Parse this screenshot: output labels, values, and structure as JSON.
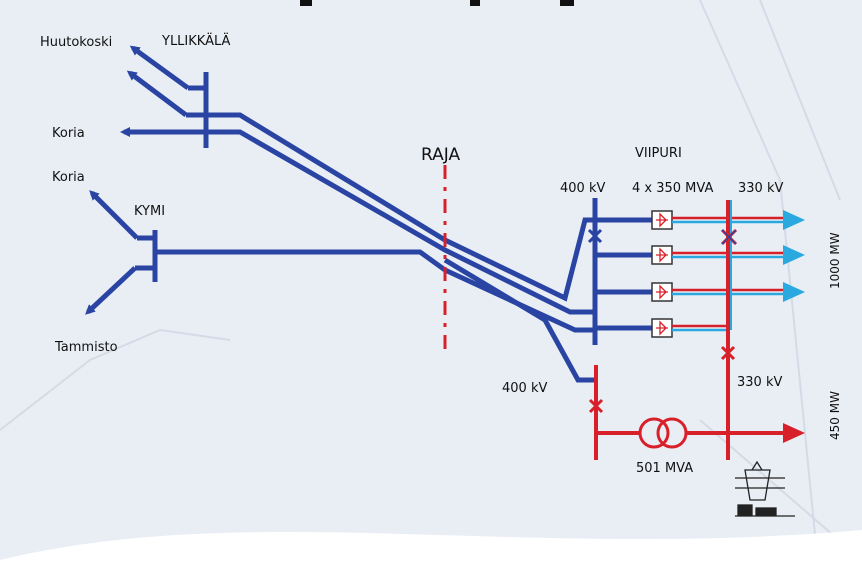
{
  "header": {
    "title_fragment": ""
  },
  "nodes": {
    "yllikkala": "YLLIKKÄLÄ",
    "huutokoski": "Huutokoski",
    "koria_top": "Koria",
    "koria_mid": "Koria",
    "kymi": "KYMI",
    "tammisto": "Tammisto",
    "raja": "RAJA",
    "viipuri": "VIIPURI"
  },
  "ratings": {
    "kv400_top": "400 kV",
    "converters": "4 x 350 MVA",
    "kv330_top": "330 kV",
    "kv400_bottom": "400 kV",
    "kv330_bottom": "330 kV",
    "transformer": "501 MVA",
    "mw_1000": "1000 MW",
    "mw_450": "450 MW"
  },
  "colors": {
    "blue": "#2a44a3",
    "red": "#d8202a",
    "cyan": "#2aa9e0",
    "raja": "#d8202a"
  },
  "icons": {
    "converter": "converter-icon",
    "transformer": "transformer-icon",
    "breaker": "breaker-x-icon",
    "logo": "power-tower-logo-icon"
  }
}
